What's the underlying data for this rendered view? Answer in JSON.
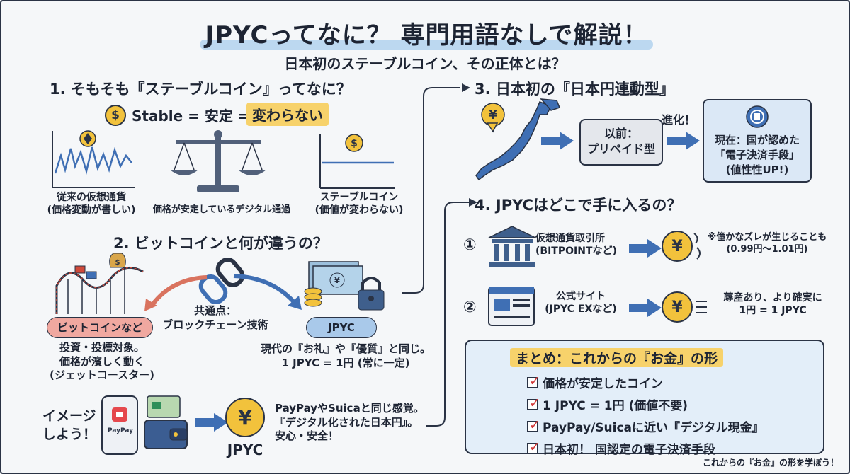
{
  "header": {
    "title": "JPYCってなに？ 専門用語なしで解説！",
    "subtitle": "日本初のステーブルコイン、その正体とは？"
  },
  "section1": {
    "heading": "1. そもそも『ステーブルコイン』ってなに？",
    "formula_a": "Stable = 安定 =",
    "formula_b": "変わらない",
    "left_label_1": "従来の仮想通貨",
    "left_label_2": "(価格変動が書しい)",
    "mid_label": "価格が安定しているデジタル通過",
    "right_label_1": "ステーブルコイン",
    "right_label_2": "(価値が変わらない)"
  },
  "section2": {
    "heading": "2. ビットコインと何が違うの？",
    "common_1": "共通点：",
    "common_2": "ブロックチェーン技術",
    "bitcoin_pill": "ビットコインなど",
    "bitcoin_desc_1": "投資・投標対象。",
    "bitcoin_desc_2": "価格が濱しく動く",
    "bitcoin_desc_3": "(ジェットコースター)",
    "jpyc_pill": "JPYC",
    "jpyc_desc_1": "現代の『お礼』や『優質』と同じ。",
    "jpyc_desc_2": "1 JPYC = 1円 (常に一定)"
  },
  "imagine": {
    "label_1": "イメージ",
    "label_2": "しよう！",
    "paypay_text": "PayPay",
    "coin_caption": "JPYC",
    "desc_1": "PayPayやSuicaと同じ感覚。",
    "desc_2": "『デジタル化された日本円』。",
    "desc_3": "安心・安全！"
  },
  "section3": {
    "heading": "3. 日本初の『日本円連動型』",
    "before_1": "以前：",
    "before_2": "プリペイド型",
    "evolve": "進化！",
    "after_1": "現在：国が認めた",
    "after_2": "「電子決済手段」",
    "after_3": "(値性性UP!)"
  },
  "section4": {
    "heading": "4. JPYCはどこで手に入るの？",
    "row1_num": "①",
    "row1_title": "仮想通貨取引所",
    "row1_sub": "(BITPOINTなど)",
    "row1_note_1": "※僮かなズレが生じることも",
    "row1_note_2": "(0.99円〜1.01円)",
    "row2_num": "②",
    "row2_title": "公式サイト",
    "row2_sub": "(JPYC EXなど)",
    "row2_note_1": "蓐産あり、より確実に",
    "row2_note_2": "1円 = 1 JPYC"
  },
  "summary": {
    "heading": "まとめ：これからの『お金』の形",
    "items": [
      "価格が安定したコイン",
      "1 JPYC = 1円 (価値不要)",
      "PayPay/Suicaに近い『デジタル現金』",
      "日本初！ 国認定の電子決済手段"
    ]
  },
  "footer": "これからの『お金』の形を学ぼう！",
  "coin_symbols": {
    "dollar": "$",
    "yen": "¥"
  },
  "colors": {
    "accent_blue": "#3f6fb4",
    "highlight_yellow": "#f7d26b",
    "bitcoin_pill": "#f0a8a0",
    "jpyc_pill": "#a9c9ea",
    "coin_gold": "#f2c23c",
    "summary_bg": "#e3eef9"
  }
}
